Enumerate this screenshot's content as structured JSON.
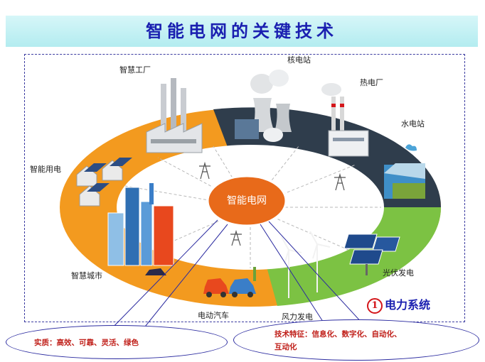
{
  "title": "智能电网的关键技术",
  "center": "智能电网",
  "nodes": {
    "nuclear": "核电站",
    "thermal": "热电厂",
    "hydro": "水电站",
    "solar": "光伏发电",
    "wind": "风力发电",
    "ev": "电动汽车",
    "city": "智慧城市",
    "consumption": "智能用电",
    "factory": "智慧工厂"
  },
  "badge_number": "1",
  "badge_text": "电力系统",
  "essence": "实质：高效、可靠、灵活、绿色",
  "features_line1": "技术特征：信息化、数字化、自动化、",
  "features_line2": "互动化",
  "colors": {
    "title": "#1a1fb0",
    "orange": "#f39a1f",
    "dark": "#2f3d4c",
    "green": "#7cc243",
    "center": "#e86a1a",
    "badge": "#d4161a"
  }
}
